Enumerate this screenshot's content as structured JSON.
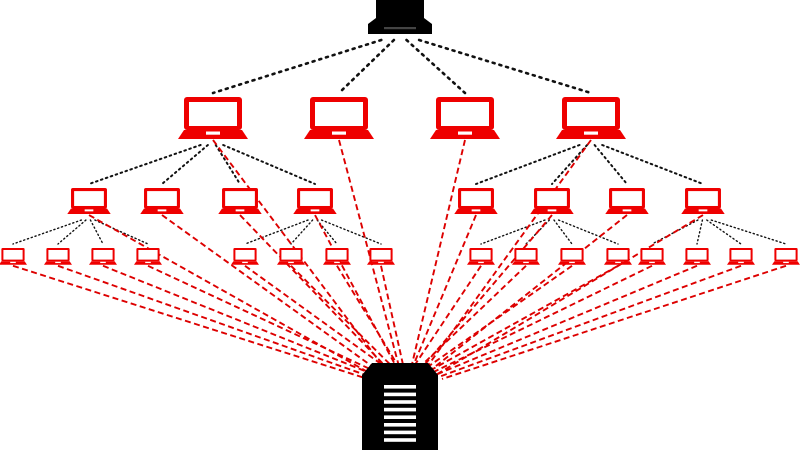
{
  "diagram": {
    "type": "network-hierarchy",
    "colors": {
      "laptop": "#ee0000",
      "c2_link": "#dd0000",
      "peer_link": "#111111",
      "server": "#000000",
      "background": "#ffffff"
    },
    "icons": {
      "top_node": "top-server-icon",
      "bottom_node": "server-rack-icon",
      "node": "laptop-icon"
    },
    "tiers": [
      {
        "name": "tier-1",
        "count": 4
      },
      {
        "name": "tier-2",
        "count": 8
      },
      {
        "name": "tier-3",
        "count": 16
      }
    ],
    "peer_links": [
      {
        "from": "top",
        "to": "t1-0"
      },
      {
        "from": "top",
        "to": "t1-1"
      },
      {
        "from": "top",
        "to": "t1-2"
      },
      {
        "from": "top",
        "to": "t1-3"
      },
      {
        "from": "t1-0",
        "to": "t2-0"
      },
      {
        "from": "t1-0",
        "to": "t2-1"
      },
      {
        "from": "t1-0",
        "to": "t2-2"
      },
      {
        "from": "t1-0",
        "to": "t2-3"
      },
      {
        "from": "t1-3",
        "to": "t2-4"
      },
      {
        "from": "t1-3",
        "to": "t2-5"
      },
      {
        "from": "t1-3",
        "to": "t2-6"
      },
      {
        "from": "t1-3",
        "to": "t2-7"
      },
      {
        "from": "t2-0",
        "to": "t3-0"
      },
      {
        "from": "t2-0",
        "to": "t3-1"
      },
      {
        "from": "t2-0",
        "to": "t3-2"
      },
      {
        "from": "t2-0",
        "to": "t3-3"
      },
      {
        "from": "t2-3",
        "to": "t3-4"
      },
      {
        "from": "t2-3",
        "to": "t3-5"
      },
      {
        "from": "t2-3",
        "to": "t3-6"
      },
      {
        "from": "t2-3",
        "to": "t3-7"
      },
      {
        "from": "t2-5",
        "to": "t3-8"
      },
      {
        "from": "t2-5",
        "to": "t3-9"
      },
      {
        "from": "t2-5",
        "to": "t3-10"
      },
      {
        "from": "t2-5",
        "to": "t3-11"
      },
      {
        "from": "t2-7",
        "to": "t3-12"
      },
      {
        "from": "t2-7",
        "to": "t3-13"
      },
      {
        "from": "t2-7",
        "to": "t3-14"
      },
      {
        "from": "t2-7",
        "to": "t3-15"
      }
    ],
    "c2_links": [
      {
        "from": "t1-0",
        "to": "bottom"
      },
      {
        "from": "t1-1",
        "to": "bottom"
      },
      {
        "from": "t1-2",
        "to": "bottom"
      },
      {
        "from": "t1-3",
        "to": "bottom"
      },
      {
        "from": "t2-0",
        "to": "bottom"
      },
      {
        "from": "t2-1",
        "to": "bottom"
      },
      {
        "from": "t2-2",
        "to": "bottom"
      },
      {
        "from": "t2-3",
        "to": "bottom"
      },
      {
        "from": "t2-4",
        "to": "bottom"
      },
      {
        "from": "t2-5",
        "to": "bottom"
      },
      {
        "from": "t2-6",
        "to": "bottom"
      },
      {
        "from": "t2-7",
        "to": "bottom"
      },
      {
        "from": "t3-0",
        "to": "bottom"
      },
      {
        "from": "t3-1",
        "to": "bottom"
      },
      {
        "from": "t3-2",
        "to": "bottom"
      },
      {
        "from": "t3-3",
        "to": "bottom"
      },
      {
        "from": "t3-4",
        "to": "bottom"
      },
      {
        "from": "t3-5",
        "to": "bottom"
      },
      {
        "from": "t3-6",
        "to": "bottom"
      },
      {
        "from": "t3-7",
        "to": "bottom"
      },
      {
        "from": "t3-8",
        "to": "bottom"
      },
      {
        "from": "t3-9",
        "to": "bottom"
      },
      {
        "from": "t3-10",
        "to": "bottom"
      },
      {
        "from": "t3-11",
        "to": "bottom"
      },
      {
        "from": "t3-12",
        "to": "bottom"
      },
      {
        "from": "t3-13",
        "to": "bottom"
      },
      {
        "from": "t3-14",
        "to": "bottom"
      },
      {
        "from": "t3-15",
        "to": "bottom"
      }
    ]
  }
}
